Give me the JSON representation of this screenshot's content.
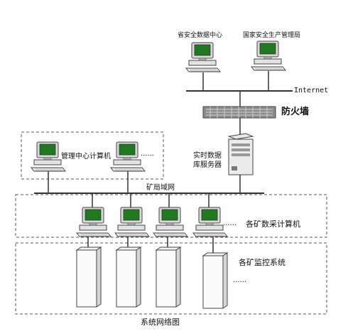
{
  "labels": {
    "top_pc_left": "省安全数据中心",
    "top_pc_right": "国家安全生产管理局",
    "internet": "Internet",
    "firewall": "防火墙",
    "mgmt_pc": "管理中心计算机",
    "mgmt_more": "......",
    "db_server": "实时数据\n库服务器",
    "mine_lan": "矿局域网",
    "mine_pcs": "各矿数采计算机",
    "mine_pcs_more": "......",
    "monitor_systems": "各矿监控系统",
    "monitor_more": "......",
    "title": "系统网络图"
  },
  "colors": {
    "line": "#333333",
    "dashed_box": "#555555",
    "screen": "#1f7a1f",
    "screen_frame": "#cccccc",
    "body": "#dddddd",
    "firewall": "#8a8a8a"
  }
}
